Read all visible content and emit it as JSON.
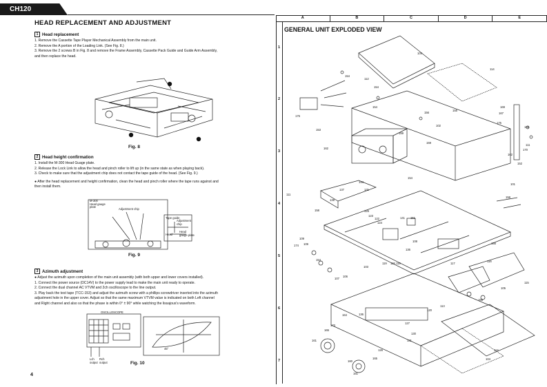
{
  "header": {
    "tab_label": "CH120"
  },
  "page_title": "HEAD REPLACEMENT AND ADJUSTMENT",
  "sections": {
    "head_replacement": {
      "number": "1",
      "title": "Head replacement",
      "steps": [
        "1.  Remove the Cassette Tape Player Mechanical Assembly from the main unit.",
        "2.  Remove the A portion of the Loading Link.  (See Fig. 8.)",
        "3.  Remove the 2 screws B in Fig. 8 and remove the Frame Assembly, Cassette Pack Guide and Guide Arm Assembly,",
        "     and then replace the head."
      ],
      "figure_label": "Fig. 8"
    },
    "head_height": {
      "number": "2",
      "title": "Head height confirmation",
      "steps": [
        "1.  Install the M-300 Head Guage plate.",
        "2.  Release the Lock Link to allow the head and pinch roller to lift up (in the same state as when playing back).",
        "3.  Check to make sure that the adjustment chip does not contact the tape guide of the head. (See Fig. 9.)"
      ],
      "note": [
        "●  After the head replacement and height confirmation, clean the head and pinch roller where the tape runs against and",
        "     then install them."
      ],
      "fig9_labels": {
        "plate": "M-300\nHead gauge\nplate",
        "chip": "Adjustment chip",
        "tape_guide": "Tape guide",
        "adj_chip": "Adjustment\nchip",
        "head": "Head",
        "head_plate": "Head\ngauge plate"
      },
      "figure_label": "Fig. 9"
    },
    "azimuth": {
      "number": "3",
      "title": "Azimuth adjustment",
      "steps": [
        "●  Adjust the azimuth upon completion of the main unit assembly (with both upper and lower covers installed).",
        "1.  Connect the power source (DC14V) to the power supply lead to make the main unit ready to operate.",
        "2.  Connect the dual channel AC VTVM and 2ch oscilloscope to the line output.",
        "3.  Play back the test tape (TCC-153) and adjust the azimuth screw with a phillips screwdriver inserted into the azimuth",
        "     adjustment hole in the upper cover.  Adjust so that the same maximum VTVM value is indicated on both Left channel",
        "     and Right channel and also so that the phase is within 0° ± 90° while watching the lissajous's waveform."
      ],
      "fig10_labels": {
        "osc": "OSCILLOSCOPE",
        "lch": "Lch\noutput",
        "rch": "Rch\noutput",
        "angle": "45°"
      },
      "figure_label": "Fig. 10"
    }
  },
  "page_number": "4",
  "exploded_view": {
    "title": "GENERAL UNIT EXPLODED VIEW",
    "columns": [
      "A",
      "B",
      "C",
      "D",
      "E"
    ],
    "rows": [
      "1",
      "2",
      "3",
      "4",
      "5",
      "6",
      "7"
    ],
    "part_numbers": [
      "104",
      "114",
      "154",
      "112",
      "154",
      "176",
      "153",
      "154",
      "156",
      "155",
      "169",
      "167",
      "175",
      "168",
      "102",
      "159",
      "159",
      "111",
      "170",
      "162",
      "162",
      "152",
      "144",
      "154",
      "137",
      "131",
      "101",
      "158",
      "111",
      "158",
      "139",
      "125",
      "123",
      "122",
      "124",
      "141",
      "151",
      "109",
      "108",
      "174",
      "109",
      "155",
      "136",
      "107",
      "106",
      "103",
      "119",
      "118",
      "119",
      "154",
      "117",
      "116",
      "115",
      "105",
      "166",
      "120",
      "113",
      "164",
      "165",
      "173",
      "161",
      "136",
      "126",
      "127",
      "130",
      "131",
      "114",
      "160",
      "165",
      "161",
      "104"
    ]
  }
}
